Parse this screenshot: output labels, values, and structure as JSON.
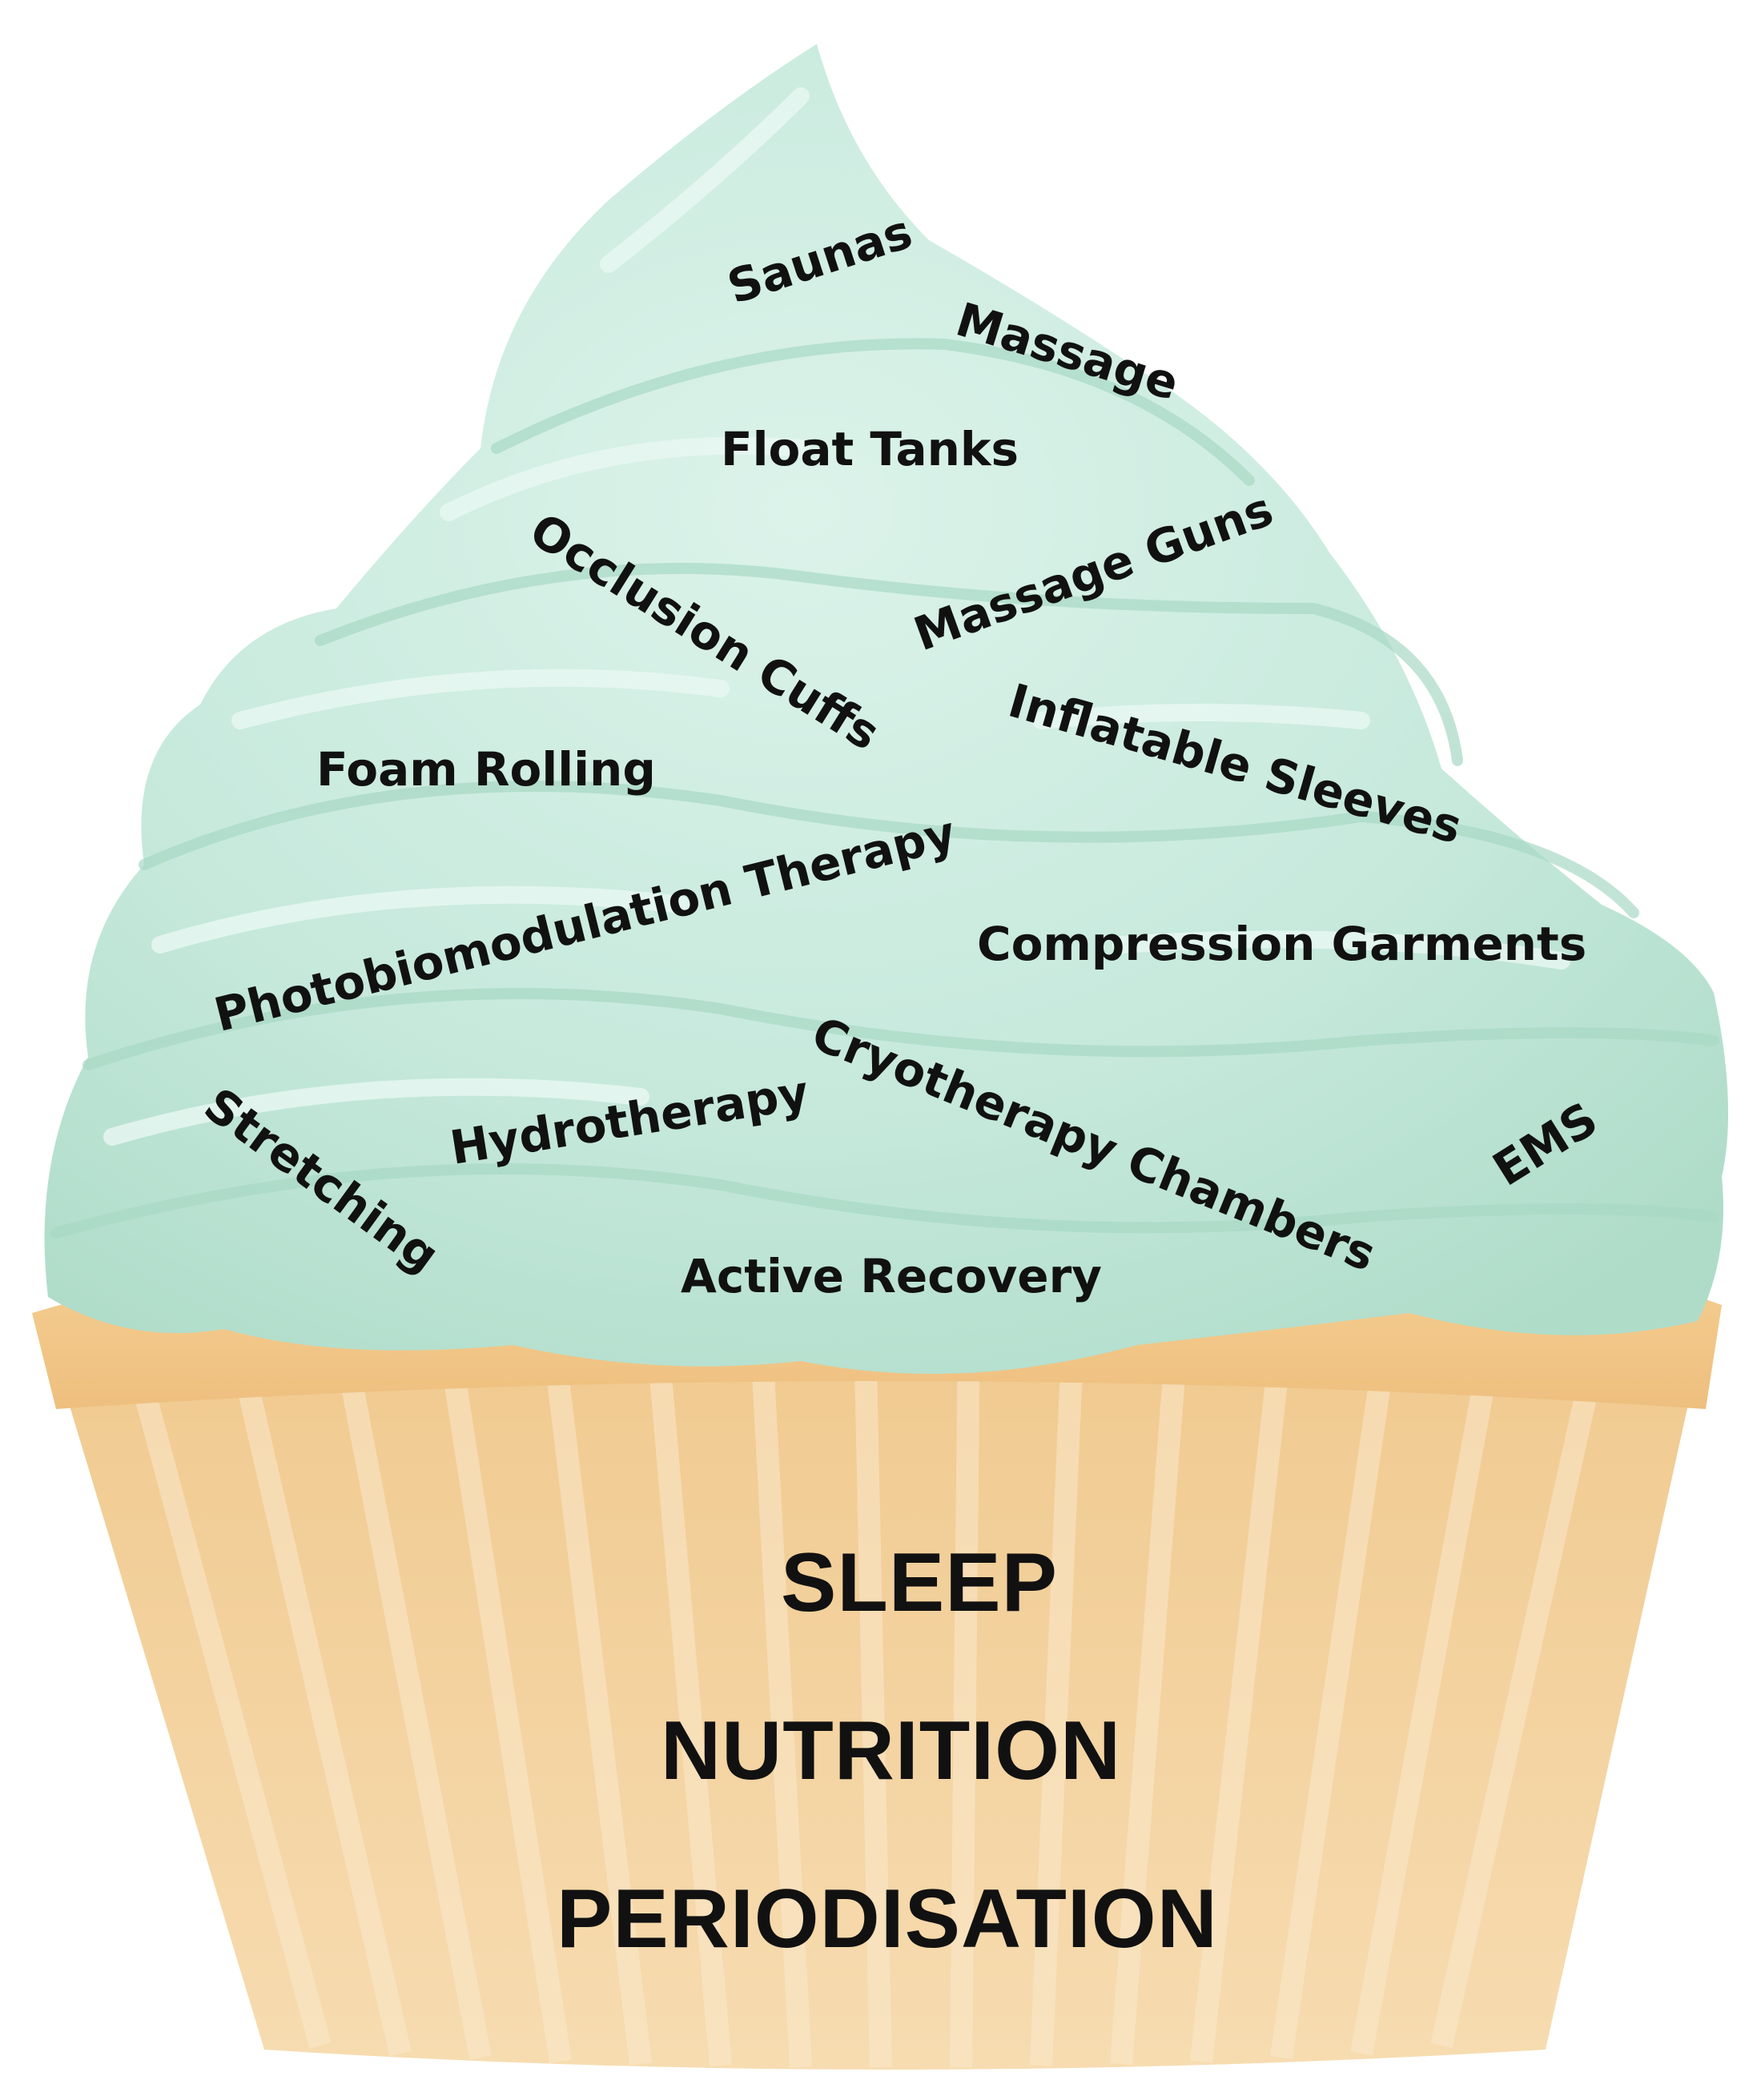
{
  "colors": {
    "frosting": "#c9ebdf",
    "frosting_shadow": "#a9d9c6",
    "frosting_highlight": "#e6f7f0",
    "cake": "#f3c98b",
    "wrapper": "#f6d7a6",
    "wrapper_stripe": "#fbe6c3",
    "text": "#111111"
  },
  "toppings": [
    "Saunas",
    "Massage",
    "Float Tanks",
    "Occlusion Cuffs",
    "Massage Guns",
    "Foam Rolling",
    "Inflatable Sleeves",
    "Photobiomodulation Therapy",
    "Compression Garments",
    "Cryotherapy Chambers",
    "Hydrotherapy",
    "Stretching",
    "EMS",
    "Active Recovery"
  ],
  "base": [
    "SLEEP",
    "NUTRITION",
    "PERIODISATION"
  ]
}
